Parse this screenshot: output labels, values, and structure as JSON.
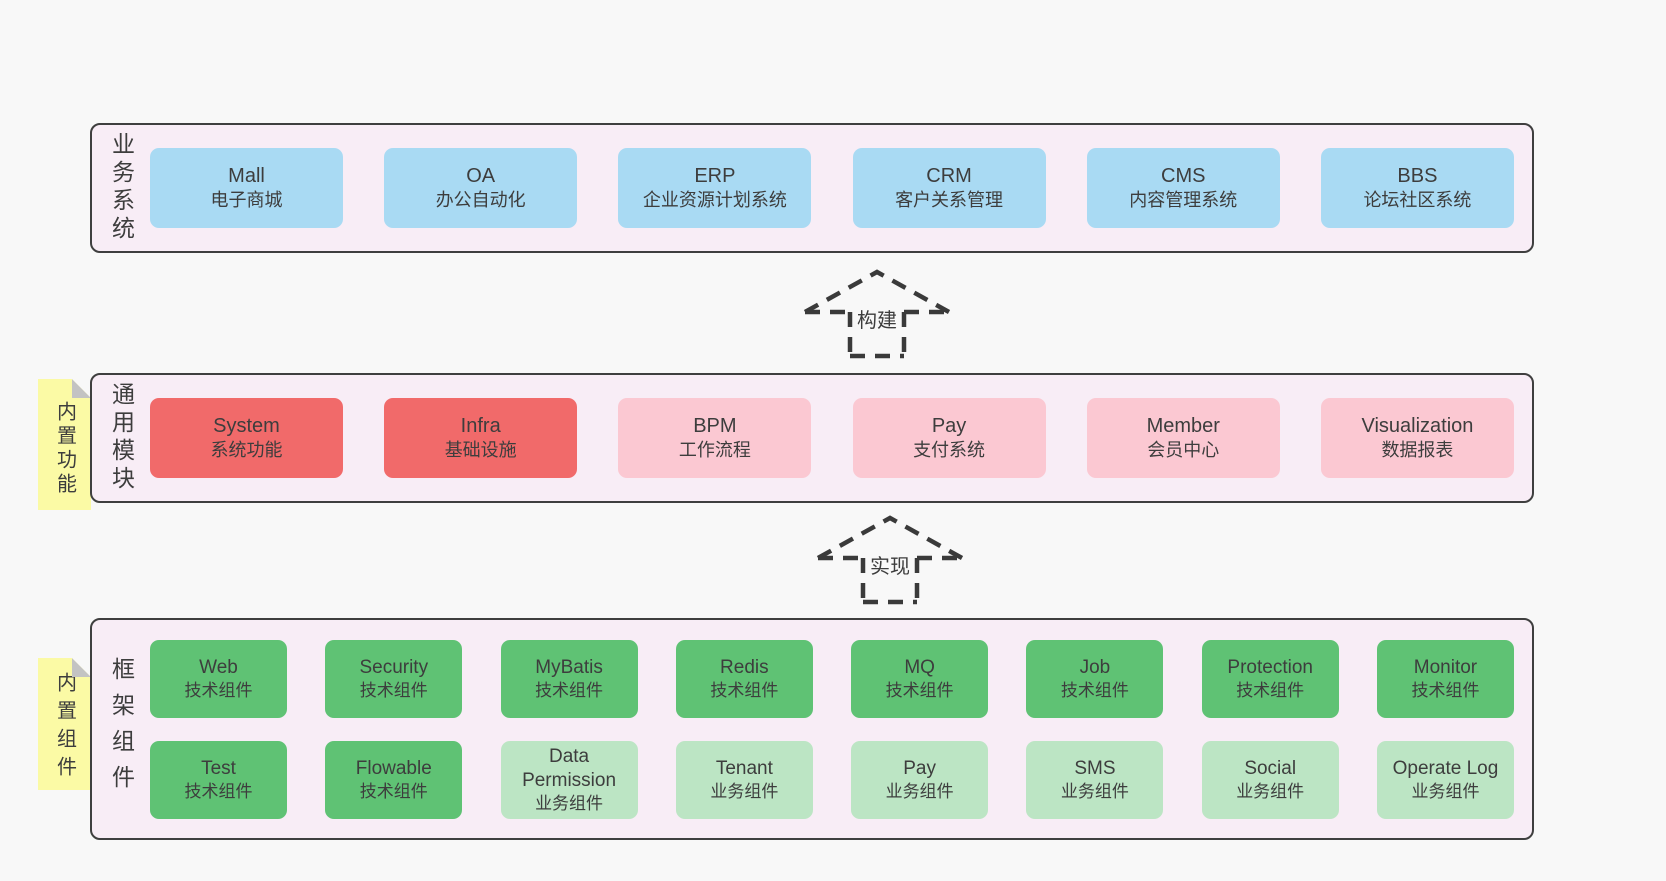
{
  "colors": {
    "page-bg": "#f8f8f8",
    "band-bg": "#f8edf6",
    "band-border": "#3f3f3f",
    "text": "#3d3d3d",
    "blue": "#a9daf3",
    "red": "#f16a6a",
    "pink": "#fbc8d2",
    "green": "#5fc274",
    "light-green": "#bce5c4",
    "yellow": "#fbfaa5",
    "fold": "#c3c3c3",
    "arrow": "#3a3a3a"
  },
  "bands": [
    {
      "label": "业务系统",
      "boxes": [
        {
          "title": "Mall",
          "subtitle": "电子商城"
        },
        {
          "title": "OA",
          "subtitle": "办公自动化"
        },
        {
          "title": "ERP",
          "subtitle": "企业资源计划系统"
        },
        {
          "title": "CRM",
          "subtitle": "客户关系管理"
        },
        {
          "title": "CMS",
          "subtitle": "内容管理系统"
        },
        {
          "title": "BBS",
          "subtitle": "论坛社区系统"
        }
      ]
    },
    {
      "label": "通用模块",
      "sticky": "内置功能",
      "boxes": [
        {
          "title": "System",
          "subtitle": "系统功能"
        },
        {
          "title": "Infra",
          "subtitle": "基础设施"
        },
        {
          "title": "BPM",
          "subtitle": "工作流程"
        },
        {
          "title": "Pay",
          "subtitle": "支付系统"
        },
        {
          "title": "Member",
          "subtitle": "会员中心"
        },
        {
          "title": "Visualization",
          "subtitle": "数据报表"
        }
      ]
    },
    {
      "label": "框架组件",
      "sticky": "内置组件",
      "rows": [
        [
          {
            "title": "Web",
            "subtitle": "技术组件"
          },
          {
            "title": "Security",
            "subtitle": "技术组件"
          },
          {
            "title": "MyBatis",
            "subtitle": "技术组件"
          },
          {
            "title": "Redis",
            "subtitle": "技术组件"
          },
          {
            "title": "MQ",
            "subtitle": "技术组件"
          },
          {
            "title": "Job",
            "subtitle": "技术组件"
          },
          {
            "title": "Protection",
            "subtitle": "技术组件"
          },
          {
            "title": "Monitor",
            "subtitle": "技术组件"
          }
        ],
        [
          {
            "title": "Test",
            "subtitle": "技术组件"
          },
          {
            "title": "Flowable",
            "subtitle": "技术组件"
          },
          {
            "title": "Data Permission",
            "subtitle": "业务组件"
          },
          {
            "title": "Tenant",
            "subtitle": "业务组件"
          },
          {
            "title": "Pay",
            "subtitle": "业务组件"
          },
          {
            "title": "SMS",
            "subtitle": "业务组件"
          },
          {
            "title": "Social",
            "subtitle": "业务组件"
          },
          {
            "title": "Operate Log",
            "subtitle": "业务组件"
          }
        ]
      ]
    }
  ],
  "arrows": [
    {
      "label": "构建"
    },
    {
      "label": "实现"
    }
  ]
}
